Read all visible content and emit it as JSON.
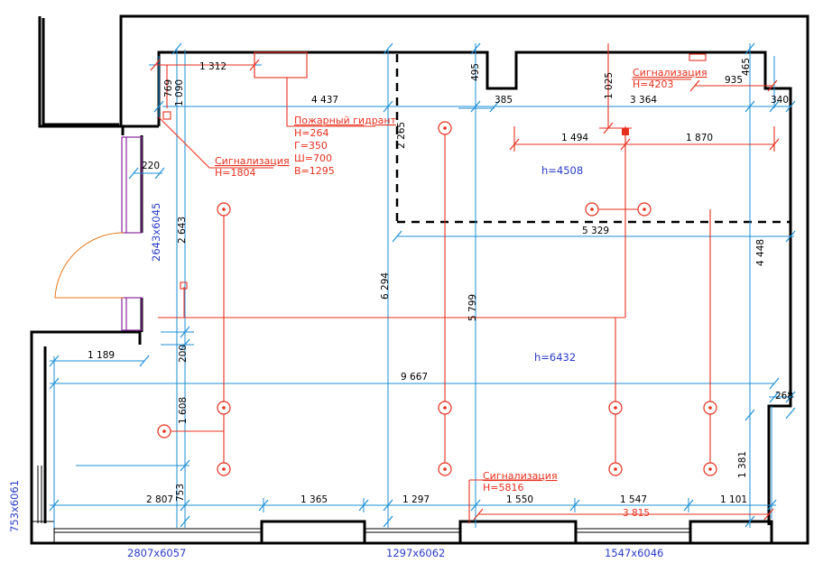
{
  "labels": {
    "hydrant_title": "Пожарный гидрант",
    "hydrant_h": "H=264",
    "hydrant_g": "Г=350",
    "hydrant_w": "Ш=700",
    "hydrant_b": "В=1295",
    "alarm_label": "Сигнализация",
    "alarm_left_h": "H=1804",
    "alarm_top_h": "H=4203",
    "alarm_bottom_h": "H=5816",
    "height_upper": "h=4508",
    "height_lower": "h=6432"
  },
  "openings": {
    "door_left": "2643x6045",
    "window_left": "753x6061",
    "window_1": "2807x6057",
    "window_2": "1297x6062",
    "window_3": "1547x6046"
  },
  "dimensions": {
    "d1312": "1 312",
    "d769": "769",
    "d1090": "1 090",
    "d4437": "4 437",
    "d495": "495",
    "d385": "385",
    "d1025": "1 025",
    "d3364": "3 364",
    "d935": "935",
    "d465": "465",
    "d340": "340",
    "d2265": "2 265",
    "d1494": "1 494",
    "d1870": "1 870",
    "d220": "220",
    "d2643": "2 643",
    "d5329": "5 329",
    "d4448": "4 448",
    "d6294": "6 294",
    "d5799": "5 799",
    "d1189": "1 189",
    "d200": "200",
    "d9667": "9 667",
    "d268": "268",
    "d1608": "1 608",
    "d1381": "1 381",
    "d2807": "2 807",
    "d753": "753",
    "d1365": "1 365",
    "d1297": "1 297",
    "d1550": "1 550",
    "d1547": "1 547",
    "d1101": "1 101",
    "d3815": "3 815"
  },
  "colors": {
    "wall": "#000000",
    "dimension": "#1e8fd6",
    "annotation": "#e8301e",
    "height_label": "#2a3cc8",
    "opening": "#8a2a9e"
  }
}
